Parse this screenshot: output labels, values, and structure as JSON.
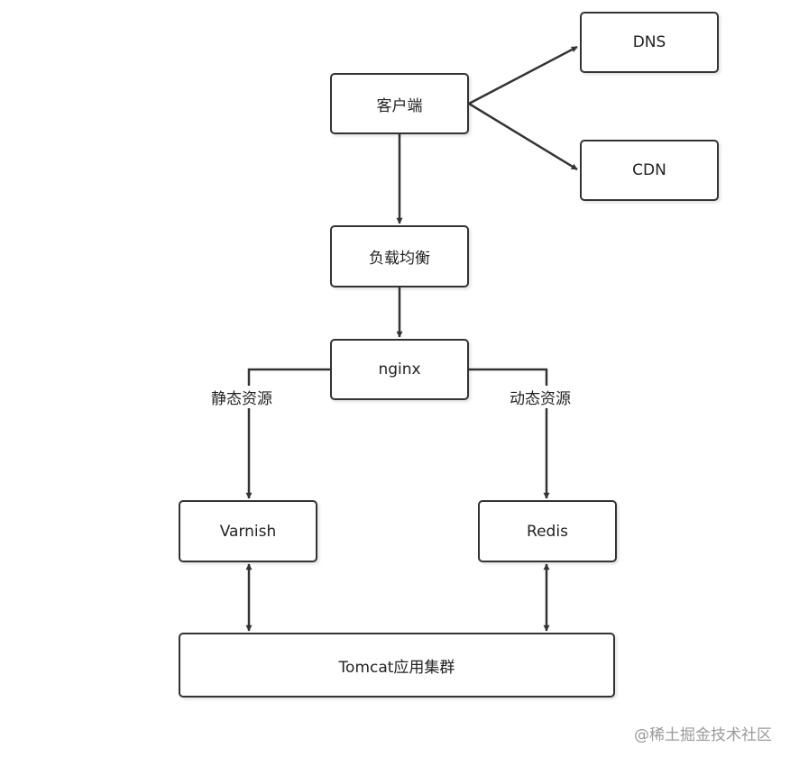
{
  "nodes": {
    "client": "客户端",
    "dns": "DNS",
    "cdn": "CDN",
    "load_balancer": "负载均衡",
    "nginx": "nginx",
    "varnish": "Varnish",
    "redis": "Redis",
    "tomcat": "Tomcat应用集群"
  },
  "edge_labels": {
    "static": "静态资源",
    "dynamic": "动态资源"
  },
  "watermark": "@稀土掘金技术社区"
}
